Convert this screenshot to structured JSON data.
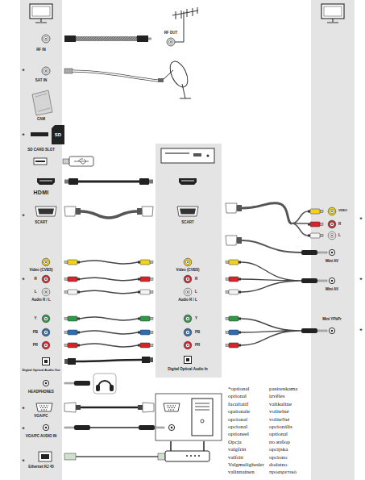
{
  "diagram": {
    "labels": [
      "RF OUT",
      "RF IN",
      "*",
      "SAT IN",
      "CAM",
      "*",
      "SD",
      "SD CARD SLOT",
      "HDMI",
      "*",
      "SCART",
      "SCART",
      "VIDEO",
      "R",
      "L",
      "*",
      "Mini AV",
      "Video (CVBS)",
      "Video (CVBS)",
      "*",
      "R",
      "R",
      "*",
      "L",
      "L",
      "Mini AV",
      "Audio R / L",
      "Audio R / L",
      "Y",
      "Y",
      "Mini YPbPr",
      "*",
      "PB",
      "PB",
      "PR",
      "PR",
      "Digital Optical Audio Out",
      "Digital Optical Audio In",
      "HEADPHONES",
      "*",
      "VGA/PC",
      "*",
      "VGA/PC AUDIO IN",
      "*",
      "Ethernet RJ 45",
      "*optional",
      "pasirenkama",
      "optional",
      "izvēles",
      "facultatif",
      "valikuline",
      "opzionale",
      "volitelné",
      "opcional",
      "voliteľné",
      "opcional",
      "opcionális",
      "optioneel",
      "optional",
      "Opcja",
      "по избор",
      "valgfritt",
      "opcijska",
      "valfritt",
      "opciono",
      "Valgmuligheder",
      "dodatno",
      "valinnainen",
      "προαιρετικό"
    ]
  }
}
